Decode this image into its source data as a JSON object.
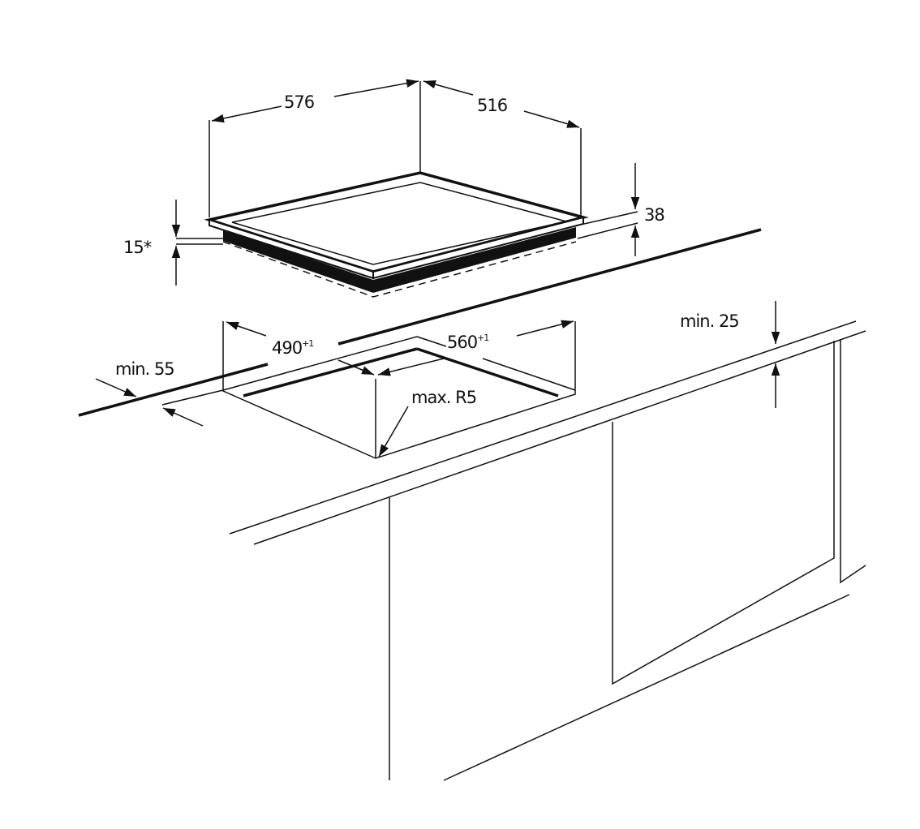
{
  "diagram": {
    "type": "cooktop-installation-drawing",
    "colors": {
      "line": "#111111",
      "background": "#ffffff"
    },
    "dimensions": {
      "width": {
        "label": "576"
      },
      "depth": {
        "label": "516"
      },
      "height": {
        "label": "38"
      },
      "top_thickness": {
        "label": "15*"
      },
      "cutout_depth": {
        "label": "490",
        "tolerance": "+1"
      },
      "cutout_width": {
        "label": "560",
        "tolerance": "+1"
      },
      "front_clearance": {
        "label": "min. 55"
      },
      "corner_radius": {
        "label": "max. R5"
      },
      "worktop_thickness": {
        "label": "min. 25"
      }
    }
  }
}
